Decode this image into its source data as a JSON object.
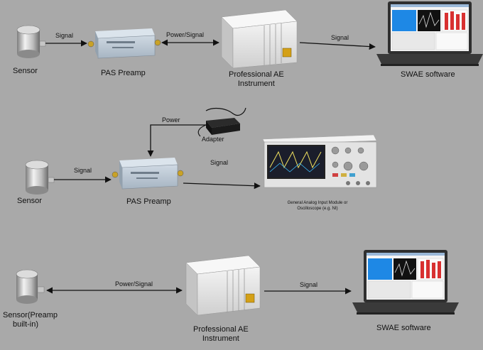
{
  "row1": {
    "sensor": "Sensor",
    "preamp": "PAS Preamp",
    "instrument": "Professional AE\nInstrument",
    "software": "SWAE software",
    "link_sensor_preamp": "Signal",
    "link_preamp_instrument": "Power/Signal",
    "link_instrument_software": "Signal"
  },
  "row2": {
    "sensor": "Sensor",
    "preamp": "PAS Preamp",
    "adapter": "Adapter",
    "power": "Power",
    "oscilloscope": "General Analog Input Module or\nOscilloscope (e.g. NI)",
    "link_sensor_preamp": "Signal",
    "link_preamp_scope": "Signal"
  },
  "row3": {
    "sensor": "Sensor(Preamp\nbuilt-in)",
    "instrument": "Professional AE\nInstrument",
    "software": "SWAE software",
    "link_sensor_instrument": "Power/Signal",
    "link_instrument_software": "Signal"
  },
  "colors": {
    "background": "#a9a9a9",
    "preamp_body": "#b9c6d3",
    "instrument_body": "#e9e9e9",
    "laptop_frame": "#2f2f2f",
    "screen_accent": "#1e88e5",
    "bar_red": "#d83030"
  }
}
